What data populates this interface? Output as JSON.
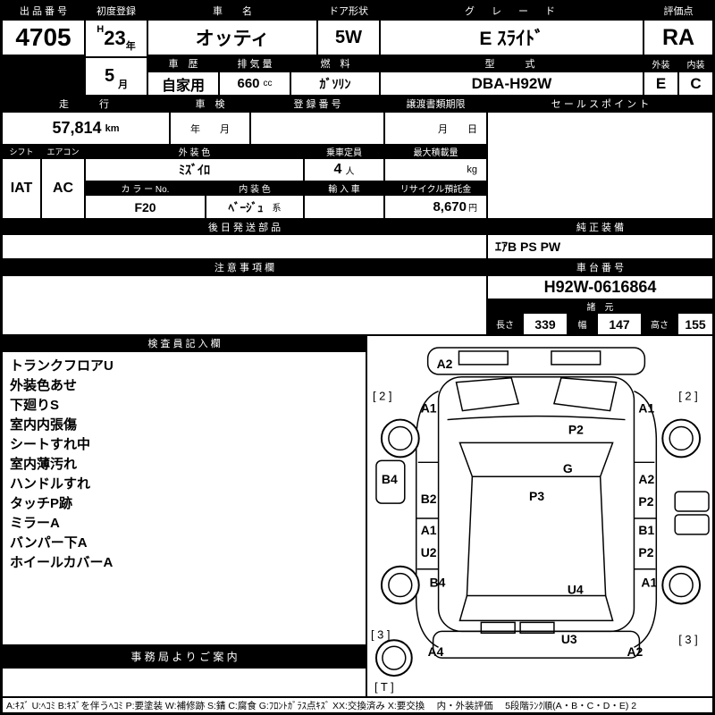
{
  "top": {
    "auction_no_label": "出 品 番 号",
    "auction_no": "4705",
    "first_reg_label": "初度登録",
    "first_reg_era": "H",
    "first_reg_year": "23",
    "first_reg_year_unit": "年",
    "first_reg_month": "5",
    "first_reg_month_unit": "月",
    "car_name_label": "車　　名",
    "car_name": "オッティ",
    "door_label": "ドア形状",
    "door": "5W",
    "grade_label": "グ　レ　ー　ド",
    "grade": "E ｽﾗｲﾄﾞ",
    "score_label": "評価点",
    "score": "RA",
    "history_label": "車　歴",
    "history": "自家用",
    "displacement_label": "排 気 量",
    "displacement": "660",
    "displacement_unit": "cc",
    "fuel_label": "燃　料",
    "fuel": "ｶﾞｿﾘﾝ",
    "model_label": "型　　式",
    "model": "DBA-H92W",
    "ext_grade_label": "外装",
    "ext_grade": "E",
    "int_grade_label": "内装",
    "int_grade": "C"
  },
  "second": {
    "mileage_label": "走　　行",
    "mileage": "57,814",
    "mileage_unit": "km",
    "inspection_label": "車　検",
    "inspection_value": "年　　月",
    "reg_no_label": "登 録 番 号",
    "transfer_label": "譲渡書類期限",
    "transfer_value": "月　　日",
    "sales_point_label": "セ ー ル ス ポ イ ン ト"
  },
  "third": {
    "shift_label": "シフト",
    "shift": "IAT",
    "aircon_label": "エアコン",
    "aircon": "AC",
    "ext_color_label": "外 装 色",
    "ext_color": "ﾐｽﾞｲﾛ",
    "capacity_label": "乗車定員",
    "capacity": "4",
    "capacity_unit": "人",
    "payload_label": "最大積載量",
    "payload_unit": "kg",
    "color_no_label": "カ ラ ー No.",
    "color_no": "F20",
    "int_color_label": "内 装 色",
    "int_color": "ﾍﾞｰｼﾞｭ",
    "int_color_suffix": "系",
    "import_label": "輸 入 車",
    "recycle_label": "リサイクル預託金",
    "recycle": "8,670",
    "recycle_unit": "円"
  },
  "fourth": {
    "later_parts_label": "後 日 発 送 部 品",
    "equipment_label": "純 正 装 備",
    "equipment": "ｴｱB PS PW",
    "notice_label": "注 意 事 項 欄",
    "chassis_label": "車 台 番 号",
    "chassis": "H92W-0616864",
    "specs_label": "諸　元",
    "length_label": "長さ",
    "length": "339",
    "width_label": "幅",
    "width": "147",
    "height_label": "高さ",
    "height": "155"
  },
  "inspection": {
    "title": "検 査 員 記 入 欄",
    "items": [
      "トランクフロアU",
      "外装色あせ",
      "下廻りS",
      "室内内張傷",
      "シートすれ中",
      "室内薄汚れ",
      "ハンドルすれ",
      "タッチP跡",
      "ミラーA",
      "バンパー下A",
      "ホイールカバーA"
    ],
    "office_label": "事 務 局 よ り ご 案 内"
  },
  "diagram": {
    "front_bumper": "A2",
    "left_front_fender": "A1",
    "right_front_fender": "A1",
    "hood": "P2",
    "windshield": "G",
    "roof": "P3",
    "left_sill": "B4",
    "left_front_door": "B2",
    "left_rear_door_1": "A1",
    "left_rear_door_2": "U2",
    "left_rear_fender": "B4",
    "right_front_door_1": "A2",
    "right_front_door_2": "P2",
    "right_rear_door_1": "B1",
    "right_rear_door_2": "P2",
    "right_rear_fender": "A1",
    "rear_gate": "U4",
    "rear_bumper": "U3",
    "rear_left_corner": "A4",
    "rear_right_corner": "A2",
    "tread_front_left": "[ 2 ]",
    "tread_front_right": "[ 2 ]",
    "tread_rear_left": "[ 3 ]",
    "tread_rear_right": "[ 3 ]",
    "spare_tire": "[ T ]"
  },
  "legend": "A:ｷｽﾞ  U:ﾍｺﾐ  B:ｷｽﾞを伴うﾍｺﾐ  P:要塗装  W:補修跡  S:錆  C:腐食  G:ﾌﾛﾝﾄｶﾞﾗｽ点ｷｽﾞ  XX:交換済み  X:要交換　 内・外装評価　 5段階ﾗﾝｸ順(A・B・C・D・E)  2"
}
